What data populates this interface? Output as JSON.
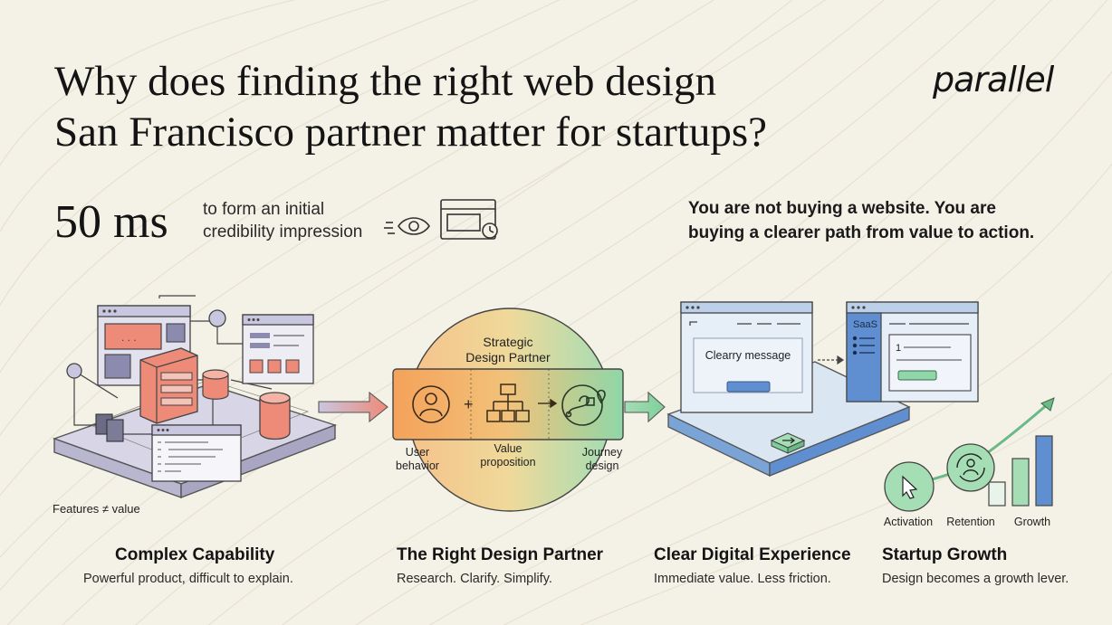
{
  "header": {
    "title_line1": "Why does finding the right web design",
    "title_line2": "San Francisco partner matter for startups?",
    "logo_text": "parallel"
  },
  "stat": {
    "value": "50 ms",
    "label_line1": "to form an initial",
    "label_line2": "credibility impression"
  },
  "quote": {
    "line1": "You are not buying a website. You are",
    "line2": "buying a clearer path from value to action."
  },
  "diagram": {
    "features_note": "Features ≠ value",
    "partner_title_line1": "Strategic",
    "partner_title_line2": "Design Partner",
    "partner_labels": {
      "user_line1": "User",
      "user_line2": "behavior",
      "value_line1": "Value",
      "value_line2": "proposition",
      "journey_line1": "Journey",
      "journey_line2": "design"
    },
    "screen_message": "Clearry message",
    "saas_label": "SaaS",
    "saas_number": "1",
    "growth_labels": [
      "Activation",
      "Retention",
      "Growth"
    ]
  },
  "stages": [
    {
      "title": "Complex Capability",
      "subtitle": "Powerful product, difficult to explain."
    },
    {
      "title": "The Right Design Partner",
      "subtitle": "Research. Clarify. Simplify."
    },
    {
      "title": "Clear Digital Experience",
      "subtitle": "Immediate value. Less friction."
    },
    {
      "title": "Startup Growth",
      "subtitle": "Design becomes a growth lever."
    }
  ],
  "colors": {
    "background": "#f4f1e6",
    "coral": "#ee8a78",
    "orange": "#f4a25a",
    "green": "#8fd7a8",
    "blue": "#5f8fd0",
    "lavender": "#c9c6e0"
  }
}
